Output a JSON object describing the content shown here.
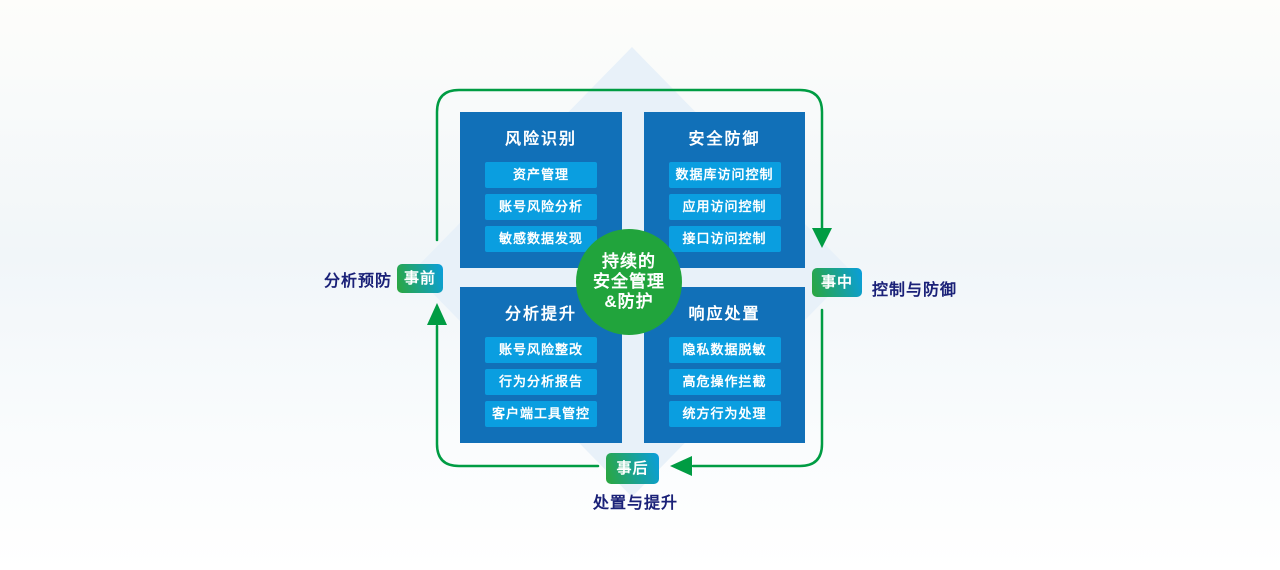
{
  "center_circle": {
    "line1": "持续的",
    "line2": "安全管理",
    "line3": "&防护"
  },
  "quadrants": {
    "top_left": {
      "title": "风险识别",
      "items": [
        "资产管理",
        "账号风险分析",
        "敏感数据发现"
      ]
    },
    "top_right": {
      "title": "安全防御",
      "items": [
        "数据库访问控制",
        "应用访问控制",
        "接口访问控制"
      ]
    },
    "bottom_left": {
      "title": "分析提升",
      "items": [
        "账号风险整改",
        "行为分析报告",
        "客户端工具管控"
      ]
    },
    "bottom_right": {
      "title": "响应处置",
      "items": [
        "隐私数据脱敏",
        "高危操作拦截",
        "统方行为处理"
      ]
    }
  },
  "stages": {
    "before": {
      "badge": "事前",
      "label": "分析预防"
    },
    "during": {
      "badge": "事中",
      "label": "控制与防御"
    },
    "after": {
      "badge": "事后",
      "label": "处置与提升"
    }
  },
  "colors": {
    "quadrant_blue": "#1170b8",
    "item_blue": "#0a9ee0",
    "circle_green": "#21a43c",
    "arrow_green": "#009c43",
    "badge_gradient_start": "#2ca73d",
    "badge_gradient_end": "#0a9edc",
    "label_navy": "#1a2178",
    "diamond_background": "#e8f1f9"
  }
}
